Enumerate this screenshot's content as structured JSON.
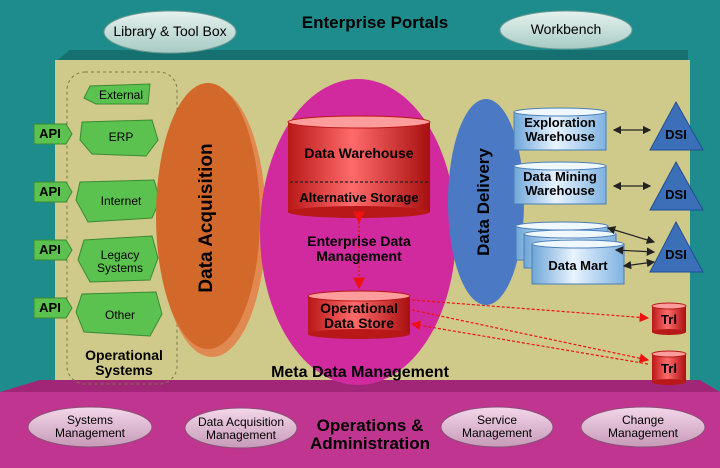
{
  "title": "Enterprise Portals",
  "portals": {
    "library": "Library & Tool Box",
    "workbench": "Workbench"
  },
  "sources": {
    "group_label": "Operational Systems",
    "items": [
      "External",
      "ERP",
      "Internet",
      "Legacy Systems",
      "Other"
    ],
    "api_label": "API"
  },
  "core": {
    "acquisition": "Data Acquisition",
    "edm": "Enterprise Data Management",
    "warehouse": "Data Warehouse",
    "alt_storage": "Alternative Storage",
    "ods": "Operational Data Store",
    "delivery": "Data Delivery"
  },
  "delivery_targets": {
    "exploration": "Exploration Warehouse",
    "mining": "Data Mining Warehouse",
    "mart": "Data Mart",
    "dsi": "DSI",
    "trl": "Trl"
  },
  "meta": "Meta Data Management",
  "operations": {
    "title": "Operations & Administration",
    "items": [
      "Systems Management",
      "Data Acquisition Management",
      "Service Management",
      "Change Management"
    ]
  },
  "colors": {
    "frame_teal": "#1e8c8c",
    "inner_panel": "#cfc98a",
    "bottom_band": "#c0358f",
    "acquisition_orange": "#d2692a",
    "edm_magenta": "#d02a9e",
    "delivery_blue": "#4b79c4",
    "warehouse_red": "#d82a2a",
    "source_green": "#5cc24f",
    "dsi_blue": "#3b6fb8"
  }
}
